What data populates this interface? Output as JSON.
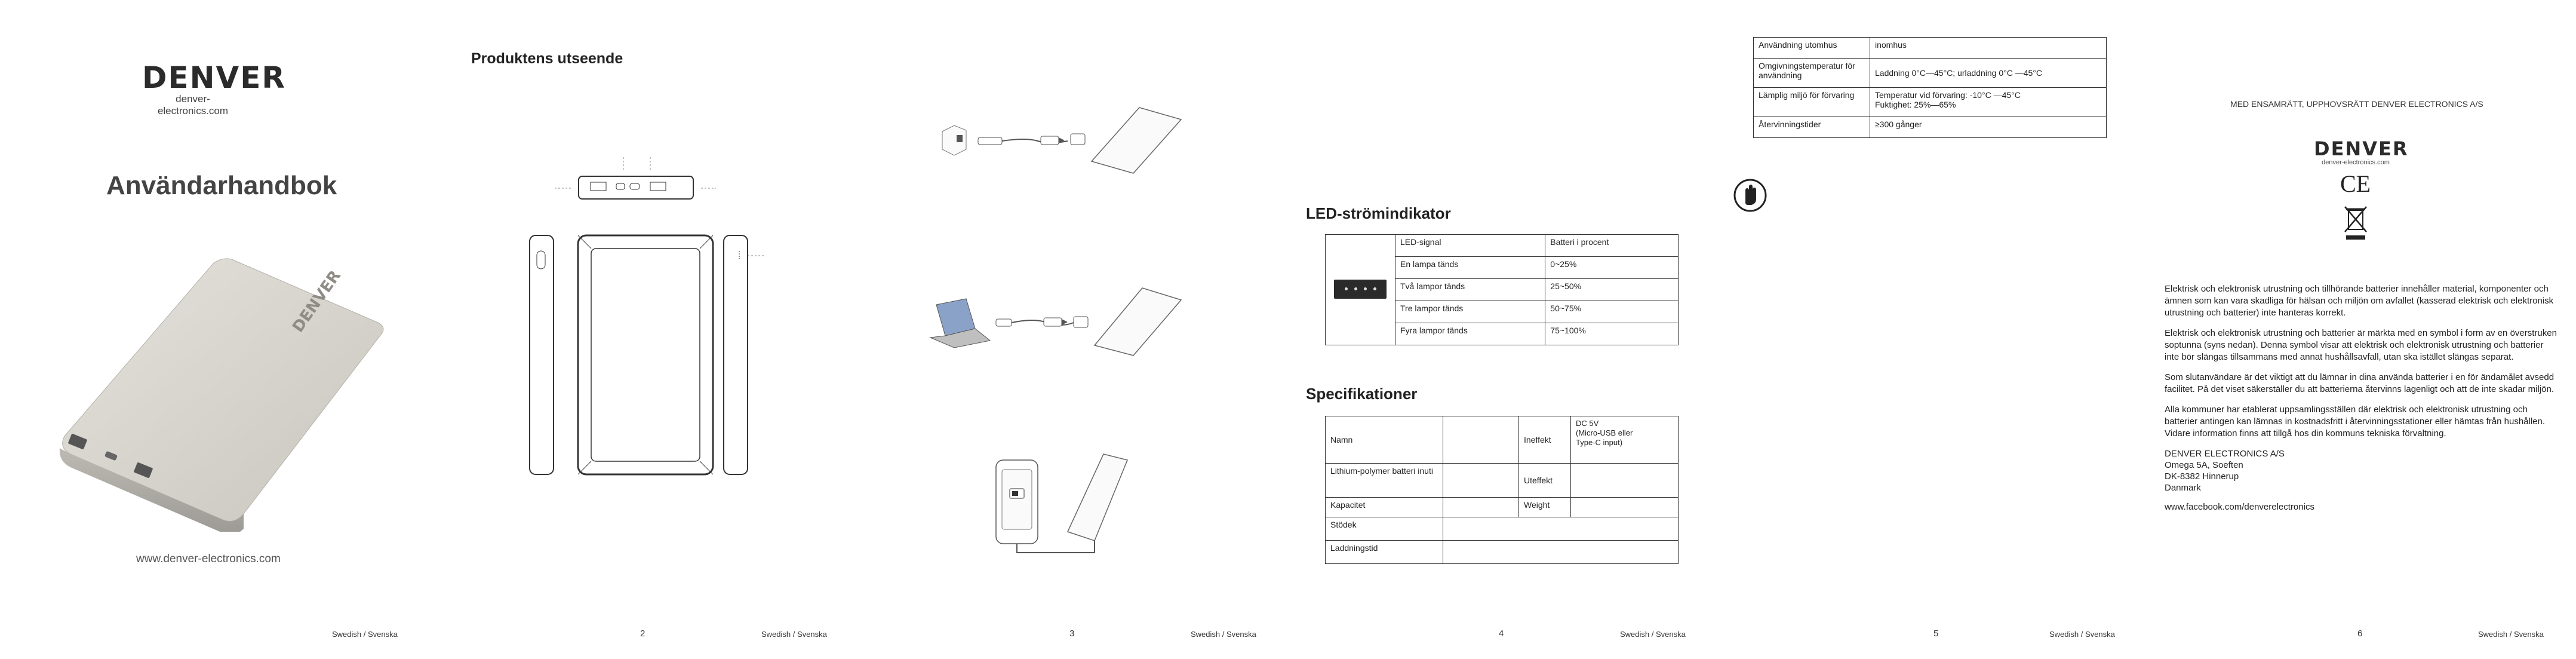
{
  "page1": {
    "logo": "DENVER",
    "logo_url": "denver-electronics.com",
    "title": "Användarhandbok",
    "website": "www.denver-electronics.com",
    "product_brand": "DENVER"
  },
  "page2": {
    "heading": "Produktens utseende"
  },
  "page4": {
    "led_heading": "LED-strömindikator",
    "led_table": {
      "headers": [
        "LED-signal",
        "Batteri i procent"
      ],
      "rows": [
        [
          "En lampa tänds",
          "0~25%"
        ],
        [
          "Två lampor tänds",
          "25~50%"
        ],
        [
          "Tre lampor tänds",
          "50~75%"
        ],
        [
          "Fyra lampor tänds",
          "75~100%"
        ]
      ]
    },
    "spec_heading": "Specifikationer",
    "spec": {
      "name": "Namn",
      "input_label": "Ineffekt",
      "input_value": "DC 5V\n(Micro-USB eller\nType-C input)",
      "battery": "Lithium-polymer batteri inuti",
      "output_label": "Uteffekt",
      "capacity": "Kapacitet",
      "weight": "Weight",
      "support": "Stödek",
      "charge_time": "Laddningstid"
    }
  },
  "page5": {
    "rows": [
      [
        "Användning utomhus",
        "inomhus"
      ],
      [
        "Omgivningstemperatur för användning",
        "Laddning 0°C—45°C; urladdning 0°C —45°C"
      ],
      [
        "Lämplig miljö för förvaring",
        "Temperatur vid förvaring: -10°C —45°C\nFuktighet: 25%—65%"
      ],
      [
        "Återvinningstider",
        "≥300 gånger"
      ]
    ]
  },
  "page6": {
    "copyright": "MED ENSAMRÄTT, UPPHOVSRÄTT DENVER ELECTRONICS A/S",
    "logo": "DENVER",
    "logo_url": "denver-electronics.com",
    "ce": "CE",
    "paragraphs": [
      "Elektrisk och elektronisk utrustning och tillhörande batterier innehåller material, komponenter och ämnen som kan vara skadliga för hälsan och miljön om avfallet (kasserad elektrisk och elektronisk utrustning och batterier) inte hanteras korrekt.",
      "Elektrisk och elektronisk utrustning och batterier är märkta med en symbol i form av en överstruken soptunna (syns nedan). Denna symbol visar att elektrisk och elektronisk utrustning och batterier inte bör slängas tillsammans med annat hushållsavfall, utan ska istället slängas separat.",
      "Som slutanvändare är det viktigt att du lämnar in dina använda batterier i en för ändamålet avsedd facilitet. På det viset säkerställer du att batterierna återvinns lagenligt och att de inte skadar miljön.",
      "Alla kommuner har etablerat uppsamlingsställen där elektrisk och elektronisk utrustning och batterier antingen kan lämnas in kostnadsfritt i återvinningsstationer eller hämtas från hushållen. Vidare information finns att tillgå hos din kommuns tekniska förvaltning."
    ],
    "address": [
      "DENVER ELECTRONICS A/S",
      "Omega 5A, Soeften",
      "DK-8382 Hinnerup",
      "Danmark"
    ],
    "facebook": "www.facebook.com/denverelectronics"
  },
  "footers": {
    "lang": "Swedish / Svenska",
    "pages": [
      "2",
      "3",
      "4",
      "5",
      "6"
    ]
  }
}
